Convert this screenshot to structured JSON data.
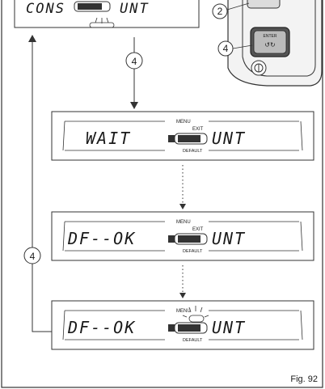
{
  "figure_label": "Fig. 92",
  "displays": [
    {
      "left": "CONS",
      "right": "UNT"
    },
    {
      "left": "WAIT",
      "right": "UNT",
      "menu": "MENU",
      "exit": "EXIT",
      "default": "DEFAULT"
    },
    {
      "left": "DF--OK",
      "right": "UNT",
      "menu": "MENU",
      "exit": "EXIT",
      "default": "DEFAULT"
    },
    {
      "left": "DF--OK",
      "right": "UNT",
      "menu": "MENU",
      "exit": "",
      "default": "DEFAULT"
    }
  ],
  "steps": {
    "step_a": "4",
    "step_b": "4",
    "ctrl_2": "2",
    "ctrl_4": "4"
  },
  "control": {
    "enter_label": "ENTER"
  },
  "icons": [
    "fuel-icon",
    "enter-button-icon",
    "handlebar-control-icon"
  ]
}
